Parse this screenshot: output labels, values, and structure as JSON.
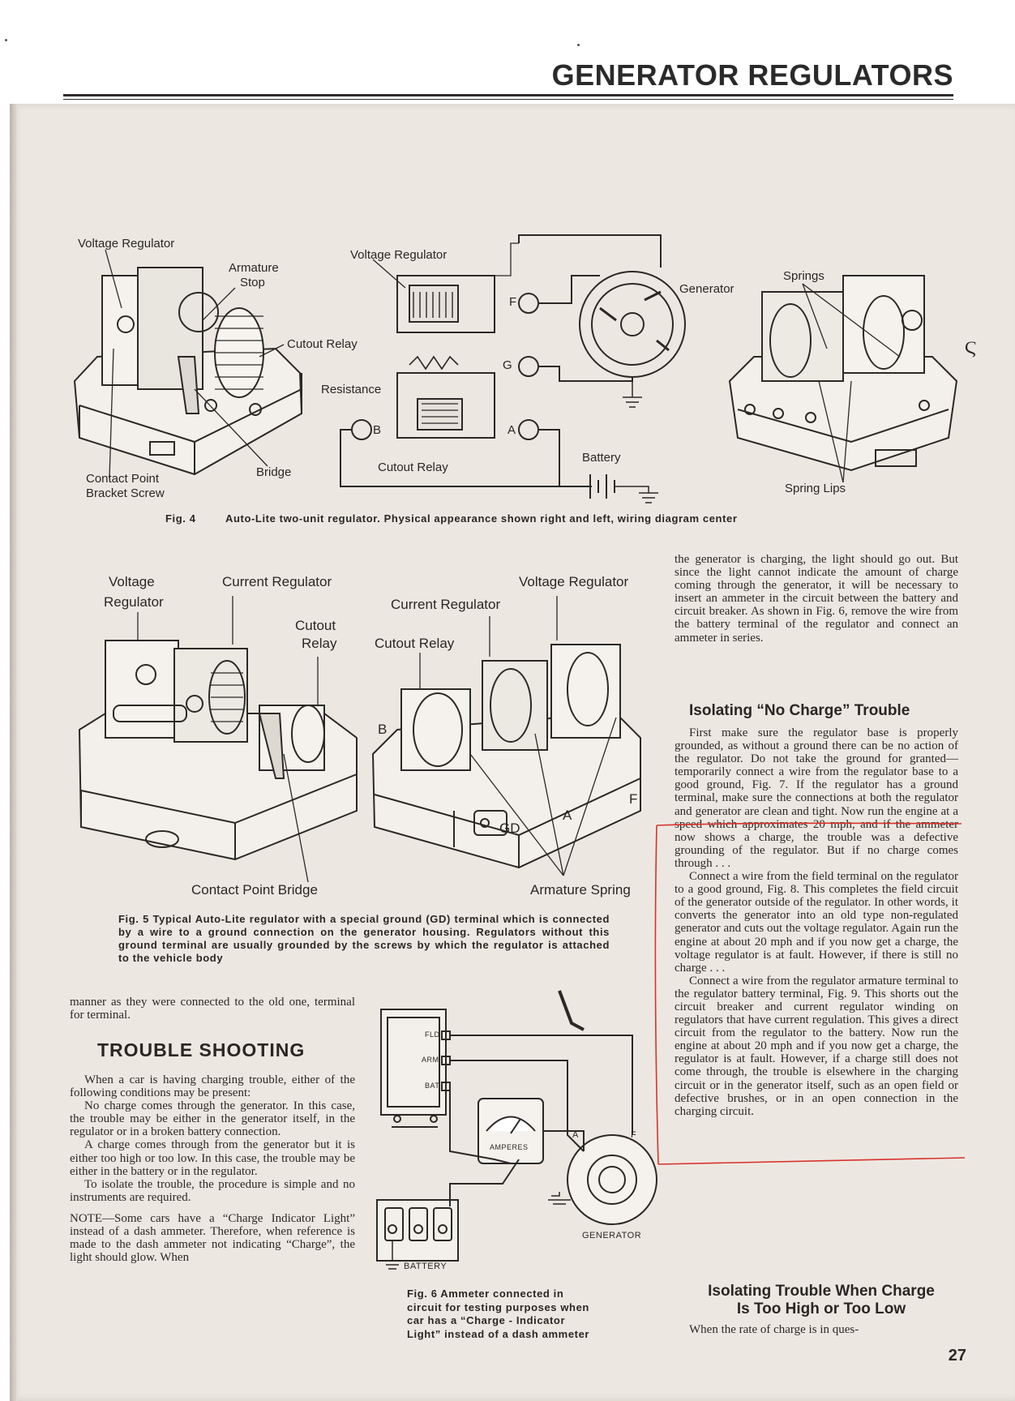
{
  "header": {
    "title": "GENERATOR REGULATORS"
  },
  "fig4": {
    "labels": {
      "voltage_regulator_left": "Voltage Regulator",
      "armature": "Armature",
      "stop": "Stop",
      "cutout_relay_left": "Cutout Relay",
      "contact_point": "Contact Point",
      "bracket_screw": "Bracket Screw",
      "bridge": "Bridge",
      "voltage_regulator_center": "Voltage Regulator",
      "generator": "Generator",
      "resistance": "Resistance",
      "cutout_relay_center": "Cutout Relay",
      "battery": "Battery",
      "term_f": "F",
      "term_g": "G",
      "term_b": "B",
      "term_a": "A",
      "springs": "Springs",
      "spring_lips": "Spring Lips"
    },
    "caption_num": "Fig. 4",
    "caption": "Auto-Lite two-unit regulator.  Physical appearance shown right and left, wiring diagram center"
  },
  "fig5": {
    "labels": {
      "voltage": "Voltage",
      "regulator": "Regulator",
      "current_regulator_left": "Current Regulator",
      "cutout": "Cutout",
      "relay": "Relay",
      "current_regulator_right": "Current Regulator",
      "voltage_regulator_right": "Voltage Regulator",
      "cutout_relay_right": "Cutout Relay",
      "term_b": "B",
      "term_f": "F",
      "term_a": "A",
      "gd": "GD",
      "contact_point_bridge": "Contact Point Bridge",
      "armature_spring": "Armature Spring"
    },
    "caption": "Fig. 5  Typical Auto-Lite regulator with a special ground (GD) terminal which is connected by a wire to a ground connection on the generator housing.  Regulators without this ground terminal are usually grounded by the screws by which the regulator is attached to the vehicle body"
  },
  "fig6": {
    "labels": {
      "fld": "FLD",
      "arm": "ARM",
      "bat": "BAT",
      "amperes": "AMPERES",
      "a": "A",
      "f": "F",
      "generator": "GENERATOR",
      "battery": "BATTERY"
    },
    "caption_lines": [
      "Fig. 6    Ammeter connected in",
      "circuit for testing purposes when",
      "car  has  a  “Charge - Indicator",
      "Light” instead of a dash ammeter"
    ]
  },
  "left_column": {
    "intro": "manner as they were connected to the old one, terminal for terminal.",
    "heading": "TROUBLE SHOOTING",
    "paragraphs": [
      "When a car is having charging trouble, either of the following conditions may be present:",
      "No charge comes through the generator. In this case, the trouble may be either in the generator itself, in the regulator or in a broken battery connection.",
      "A charge comes through from the generator but it is either too high or too low. In this case, the trouble may be either in the battery or in the regulator.",
      "To isolate the trouble, the procedure is simple and no instruments are required."
    ],
    "note_label": "NOTE",
    "note": "—Some cars have a “Charge Indicator Light” instead of a dash ammeter. Therefore, when reference is made to the dash ammeter not indicating “Charge”, the light should glow. When"
  },
  "right_column": {
    "top": "the generator is charging, the light should go out. But since the light cannot indicate the amount of charge coming through the generator, it will be necessary to insert an ammeter in the circuit between the battery and circuit breaker. As shown in Fig. 6, remove the wire from the battery terminal of the regulator and connect an ammeter in series.",
    "heading1": "Isolating “No Charge” Trouble",
    "p1": "First make sure the regulator base is properly grounded, as without a ground there can be no action of the regulator. Do not take the ground for granted—temporarily connect a wire from the regulator base to a good ground, Fig. 7. If the regulator has a ground terminal, make sure the connections at both the regulator and generator are clean and tight. Now run the engine at a speed which approximates 20 mph, and if the ammeter now shows a charge, the trouble was a defective grounding of the regulator. But if no charge comes through . . .",
    "p2": "Connect a wire from the field terminal on the regulator to a good ground, Fig. 8. This completes the field circuit of the generator outside of the regulator. In other words, it converts the generator into an old type non-regulated generator and cuts out the voltage regulator. Again run the engine at about 20 mph and if you now get a charge, the voltage regulator is at fault. However, if there is still no charge . . .",
    "p3": "Connect a wire from the regulator armature terminal to the regulator battery terminal, Fig. 9. This shorts out the circuit breaker and current regulator winding on regulators that have current regulation. This gives a direct circuit from the regulator to the battery. Now run the engine at about 20 mph and if you now get a charge, the regulator is at fault. However, if a charge still does not come through, the trouble is elsewhere in the charging circuit or in the generator itself, such as an open field or defective brushes, or in an open connection in the charging circuit.",
    "heading2_line1": "Isolating Trouble When Charge",
    "heading2_line2": "Is Too High or Too Low",
    "p4": "When the rate of charge is in ques-"
  },
  "page_number": "27",
  "margin_mark": "Ϛ",
  "colors": {
    "paper": "#ece8e1",
    "ink": "#2a2624",
    "annotation": "#d9322c"
  }
}
